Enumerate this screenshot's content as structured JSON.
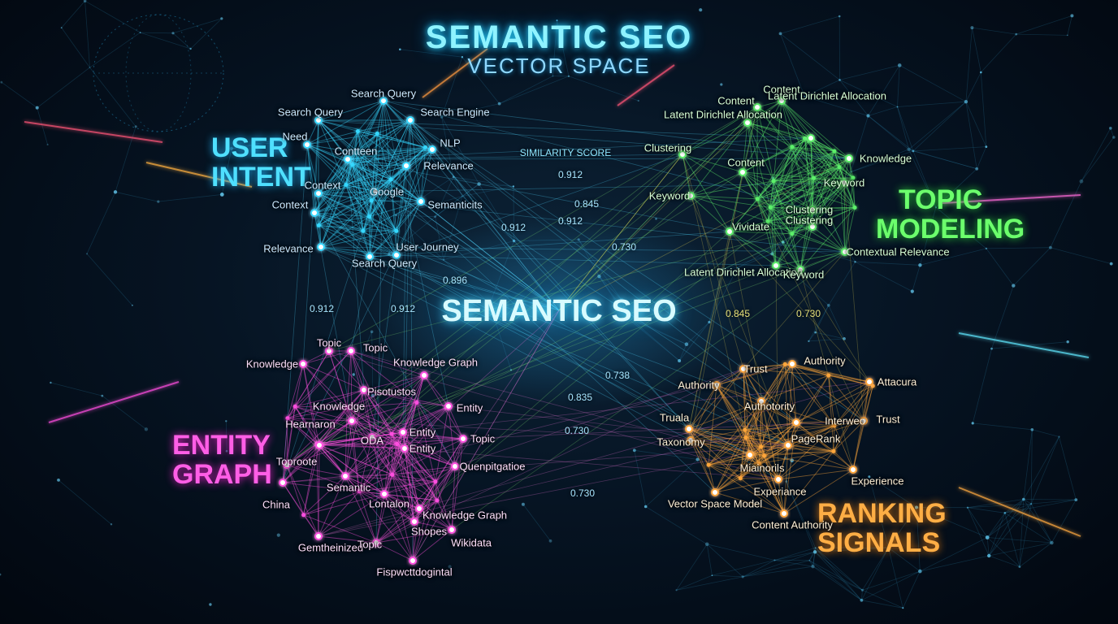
{
  "title": "SEMANTIC SEO",
  "subtitle": "VECTOR SPACE",
  "center_label": "SEMANTIC SEO",
  "similarity_label": "SIMILARITY SCORE",
  "colors": {
    "user_intent": "#35d8ff",
    "topic_modeling": "#5cf06a",
    "entity_graph": "#ff4fe0",
    "ranking_signals": "#ffa63a"
  },
  "clusters": [
    {
      "id": "user_intent",
      "title_lines": [
        "USER",
        "INTENT"
      ],
      "color": "#35d8ff",
      "label_color": "#cdeaff",
      "nodes": [
        "Search Query",
        "Search Query",
        "Search Engine",
        "Need",
        "NLP",
        "Contteen",
        "Relevance",
        "Context",
        "Google",
        "Context",
        "Semanticits",
        "Relevance",
        "User Journey",
        "Search Query"
      ]
    },
    {
      "id": "topic_modeling",
      "title_lines": [
        "TOPIC",
        "MODELING"
      ],
      "color": "#5cf06a",
      "label_color": "#d9ffd6",
      "nodes": [
        "Clustering",
        "Content",
        "Content",
        "Latent Dirichlet Allocation",
        "Latent Dirichlet Allocation",
        "Clustering",
        "Knowledge",
        "Content",
        "Keyword",
        "Keyword",
        "Vividate",
        "Clustering",
        "Contextual Relevance",
        "Latent Dirichlet Allocation",
        "Keyword"
      ]
    },
    {
      "id": "entity_graph",
      "title_lines": [
        "ENTITY",
        "GRAPH"
      ],
      "color": "#ff4fe0",
      "label_color": "#ffe0fb",
      "nodes": [
        "Topic",
        "Topic",
        "Knowledge",
        "Knowledge Graph",
        "Pisotustos",
        "Entity",
        "Knowledge",
        "Entity",
        "Hearnaron",
        "Entity",
        "Topic",
        "Toproote",
        "ODA",
        "Quenpitgatioe",
        "Semantic",
        "China",
        "Lontalon",
        "Knowledge Graph",
        "Shopes",
        "Wikidata",
        "Gemtheinized",
        "Topic",
        "Fispwcttdogintal"
      ]
    },
    {
      "id": "ranking_signals",
      "title_lines": [
        "RANKING",
        "SIGNALS"
      ],
      "color": "#ffa63a",
      "label_color": "#fff0d6",
      "nodes": [
        "Trust",
        "Authority",
        "Authority",
        "Attacura",
        "Authotority",
        "Truala",
        "Interweo",
        "Trust",
        "Taxonomy",
        "PageRank",
        "Miainorils",
        "Experience",
        "Experiance",
        "Vector Space Model",
        "Content Authority"
      ]
    }
  ],
  "scores": [
    "0.912",
    "0.845",
    "0.912",
    "0.912",
    "0.730",
    "0.896",
    "0.912",
    "0.912",
    "0.845",
    "0.730",
    "0.738",
    "0.835",
    "0.730",
    "0.730"
  ]
}
